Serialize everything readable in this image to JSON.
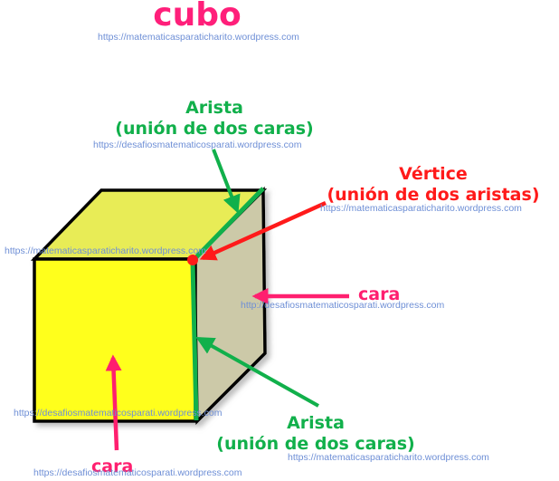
{
  "title": "cubo",
  "labels": {
    "arista_top_line1": "Arista",
    "arista_top_line2": "(unión de dos caras)",
    "vertice_line1": "Vértice",
    "vertice_line2": "(unión de dos aristas)",
    "cara_right": "cara",
    "arista_bottom_line1": "Arista",
    "arista_bottom_line2": "(unión de dos caras)",
    "cara_bottom": "cara"
  },
  "watermarks": [
    "https://matematicasparaticharito.wordpress.com",
    "https://desafiosmatematicosparati.wordpress.com",
    "https://matematicasparaticharito.wordpress.com",
    "https://matematicasparaticharito.wordpress.com",
    "http://desafiosmatematicosparati.wordpress.com",
    "https://desafiosmatematicosparati.wordpress.com",
    "https://matematicasparaticharito.wordpress.com",
    "https://desafiosmatematicosparati.wordpress.com"
  ],
  "colors": {
    "front_face": "#ffff1f",
    "top_face": "#e8ec56",
    "side_face": "#ccc9a8",
    "edge_highlight": "#11b04b",
    "vertex": "#ff1a1a",
    "face_arrow": "#ff1f6f"
  }
}
